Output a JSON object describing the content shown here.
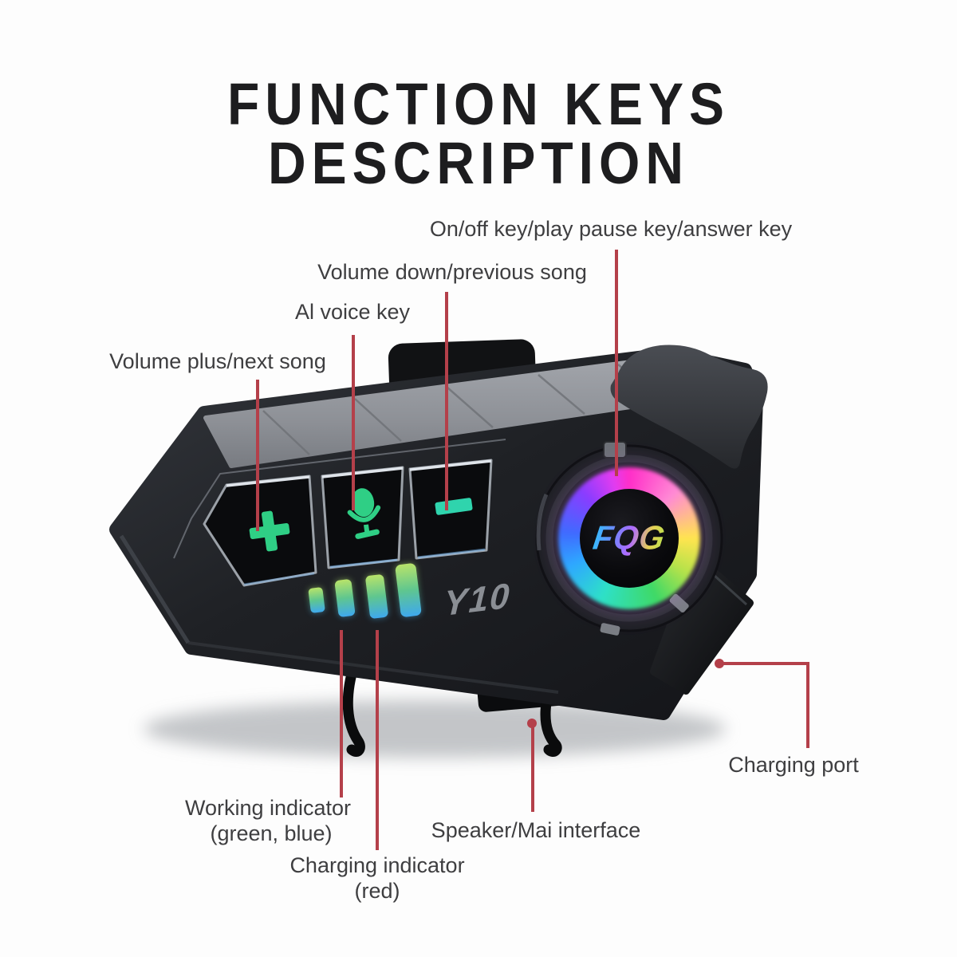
{
  "title": {
    "line1": "FUNCTION KEYS",
    "line2": "DESCRIPTION"
  },
  "device": {
    "brand_logo": "FQG",
    "model": "Y10",
    "indicator_bar_count": 4,
    "buttons": [
      "volume-plus",
      "ai-voice-mic",
      "volume-minus",
      "power-rgb-dial"
    ]
  },
  "callouts": {
    "power": {
      "label": "On/off key/play pause key/answer key"
    },
    "volume_down": {
      "label": "Volume down/previous song"
    },
    "ai_voice": {
      "label": "Al voice key"
    },
    "volume_plus": {
      "label": "Volume plus/next song"
    },
    "charging_port": {
      "label": "Charging port"
    },
    "working_indicator": {
      "label": "Working indicator",
      "sub": "(green, blue)"
    },
    "charging_indicator": {
      "label": "Charging indicator",
      "sub": "(red)"
    },
    "speaker": {
      "label": "Speaker/Mai interface"
    }
  },
  "icons": {
    "plus": "plus-icon",
    "microphone": "microphone-icon",
    "minus": "minus-icon",
    "rgb_ring": "rgb-ring",
    "led_bars": "led-indicator-bars"
  },
  "colors": {
    "callout_red": "#b4404a",
    "label_text": "#3e3e40",
    "title_text": "#1d1d1f",
    "button_icon_green": "#2fcf85",
    "button_icon_teal": "#2fd4ad",
    "led_top_green": "#b8e36a",
    "led_bottom_blue": "#3fa9ee",
    "body_dark": "#1d1f23",
    "panel_gray": "#90939a"
  }
}
